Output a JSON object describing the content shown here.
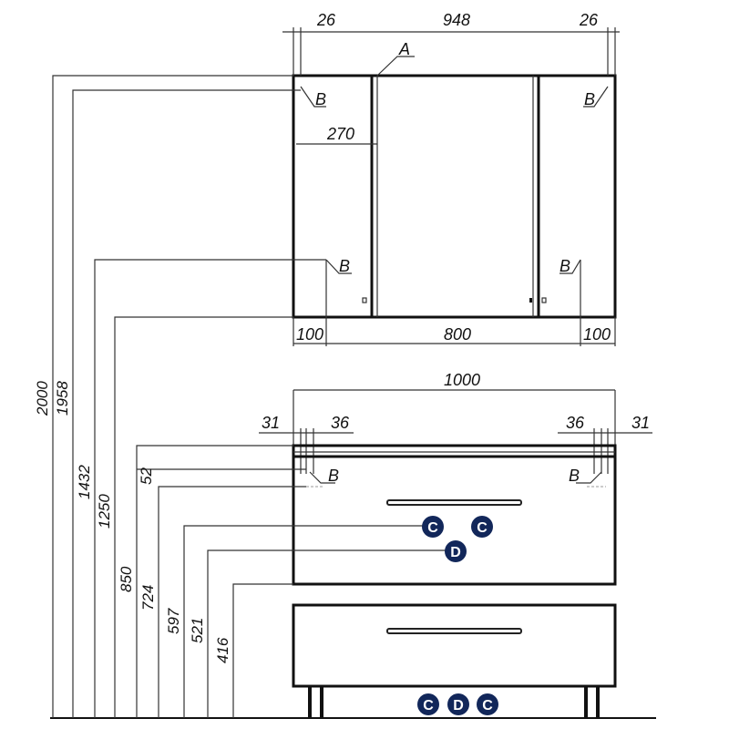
{
  "mirror_cabinet": {
    "dims": {
      "side_left": "26",
      "middle": "948",
      "side_right": "26",
      "door_width": "270",
      "bottom_left": "100",
      "bottom_mid": "800",
      "bottom_right": "100"
    },
    "labels": {
      "a": "A",
      "b1": "B",
      "b2": "B",
      "b3": "B",
      "b4": "B"
    }
  },
  "vanity": {
    "dims": {
      "width": "1000",
      "left_31": "31",
      "left_36": "36",
      "right_36": "36",
      "right_31": "31",
      "top_52": "52"
    },
    "labels": {
      "b_left": "B",
      "b_right": "B"
    },
    "markers": {
      "c1": "C",
      "c2": "C",
      "d1": "D",
      "c3": "C",
      "d2": "D",
      "c4": "C"
    }
  },
  "heights": {
    "h2000": "2000",
    "h1958": "1958",
    "h1432": "1432",
    "h1250": "1250",
    "h850": "850",
    "h724": "724",
    "h597": "597",
    "h521": "521",
    "h416": "416"
  },
  "colors": {
    "line": "#111111",
    "marker_fill": "#12275a",
    "marker_text": "#ffffff",
    "background": "#ffffff"
  }
}
